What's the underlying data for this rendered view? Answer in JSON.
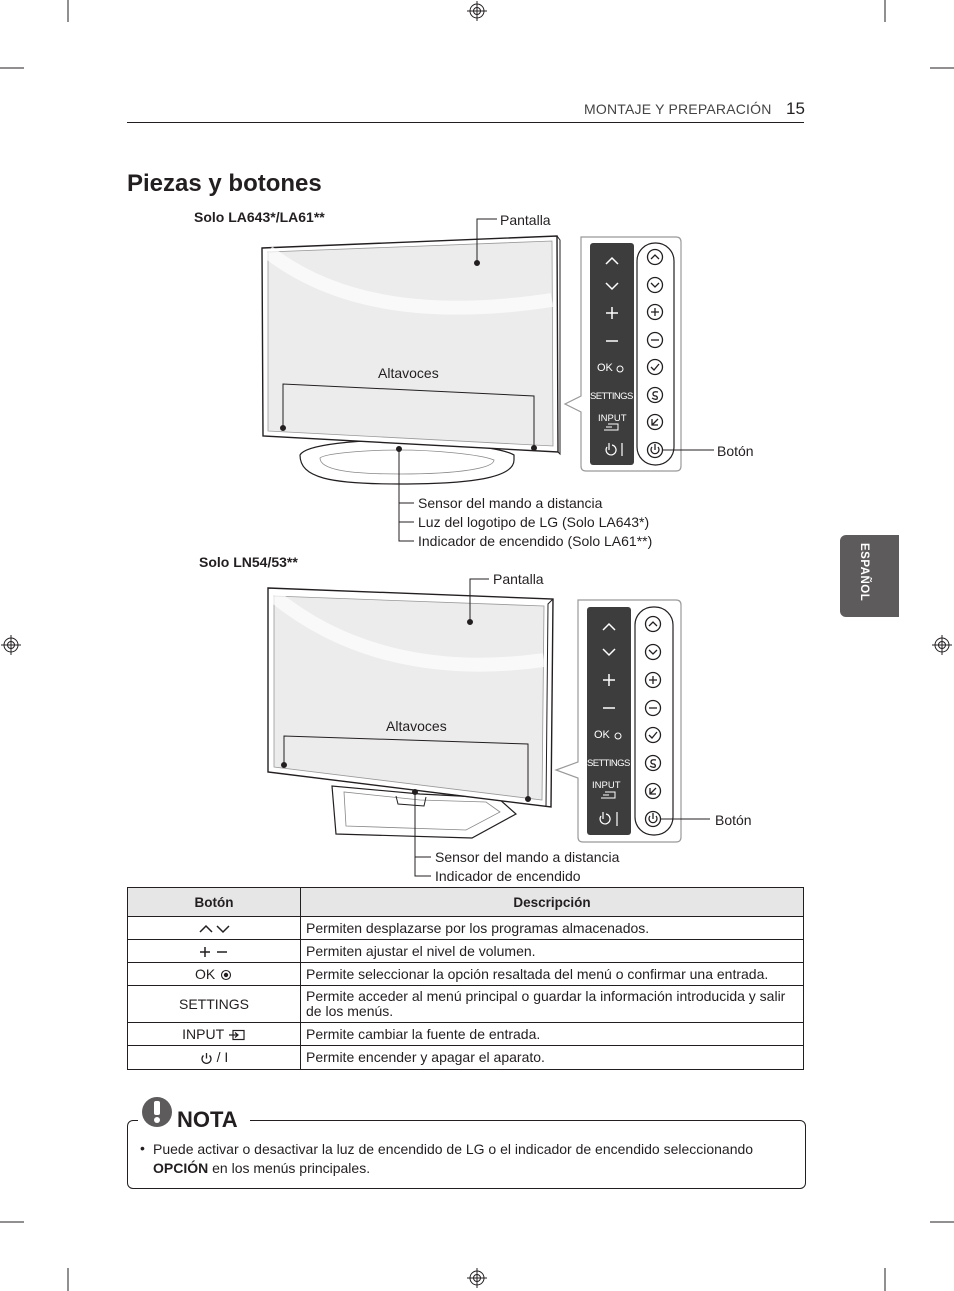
{
  "header": {
    "section": "MONTAJE Y PREPARACIÓN",
    "page_number": "15"
  },
  "side_tab": {
    "label": "ESPAÑOL"
  },
  "title": "Piezas y botones",
  "model1": {
    "subtitle": "Solo LA643*/LA61**",
    "pantalla": "Pantalla",
    "altavoces": "Altavoces",
    "boton": "Botón",
    "callouts": [
      "Sensor del mando a distancia",
      "Luz del logotipo de LG (Solo LA643*)",
      "Indicador de encendido (Solo LA61**)"
    ]
  },
  "model2": {
    "subtitle": "Solo LN54/53**",
    "pantalla": "Pantalla",
    "altavoces": "Altavoces",
    "boton": "Botón",
    "callouts": [
      "Sensor del mando a distancia",
      "Indicador de encendido"
    ]
  },
  "panel_labels": {
    "ok": "OK",
    "settings": "SETTINGS",
    "input": "INPUT",
    "power": "/ I"
  },
  "table": {
    "headers": [
      "Botón",
      "Descripción"
    ],
    "rows": [
      {
        "button": "",
        "icon": "chevron-up-down-icon",
        "description": "Permiten desplazarse por los programas almacenados."
      },
      {
        "button": "",
        "icon": "plus-minus-icon",
        "description": "Permiten ajustar el nivel de volumen."
      },
      {
        "button": "OK",
        "icon": "ok-circle-icon",
        "description": "Permite seleccionar la opción resaltada del menú o confirmar una entrada."
      },
      {
        "button": "SETTINGS",
        "icon": "",
        "description": "Permite acceder al menú principal o guardar la información introducida y salir de los menús."
      },
      {
        "button": "INPUT",
        "icon": "input-icon",
        "description": "Permite cambiar la fuente de entrada."
      },
      {
        "button": "/ I",
        "icon": "power-icon",
        "description": "Permite encender y apagar el aparato."
      }
    ]
  },
  "nota": {
    "title": "NOTA",
    "text_before": "Puede activar o desactivar la luz de encendido de LG o el indicador de encendido seleccionando ",
    "text_bold": "OPCIÓN",
    "text_after": " en los menús principales."
  }
}
